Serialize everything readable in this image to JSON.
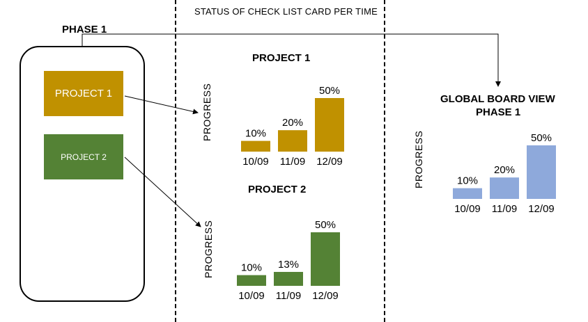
{
  "phase_title": "PHASE 1",
  "status_title": "STATUS OF CHECK LIST CARD PER TIME",
  "cards": [
    {
      "label": "PROJECT 1",
      "color": "#C09100"
    },
    {
      "label": "PROJECT 2",
      "color": "#548235"
    }
  ],
  "global_title": [
    "GLOBAL BOARD VIEW",
    "PHASE 1"
  ],
  "chart_data": [
    {
      "type": "bar",
      "title": "PROJECT 1",
      "ylabel": "PROGRESS",
      "categories": [
        "10/09",
        "11/09",
        "12/09"
      ],
      "values": [
        10,
        20,
        50
      ],
      "value_labels": [
        "10%",
        "20%",
        "50%"
      ],
      "color": "#C09100"
    },
    {
      "type": "bar",
      "title": "PROJECT 2",
      "ylabel": "PROGRESS",
      "categories": [
        "10/09",
        "11/09",
        "12/09"
      ],
      "values": [
        10,
        13,
        50
      ],
      "value_labels": [
        "10%",
        "13%",
        "50%"
      ],
      "color": "#548235"
    },
    {
      "type": "bar",
      "title": "",
      "ylabel": "PROGRESS",
      "categories": [
        "10/09",
        "11/09",
        "12/09"
      ],
      "values": [
        10,
        20,
        50
      ],
      "value_labels": [
        "10%",
        "20%",
        "50%"
      ],
      "color": "#8EA9DB"
    }
  ]
}
